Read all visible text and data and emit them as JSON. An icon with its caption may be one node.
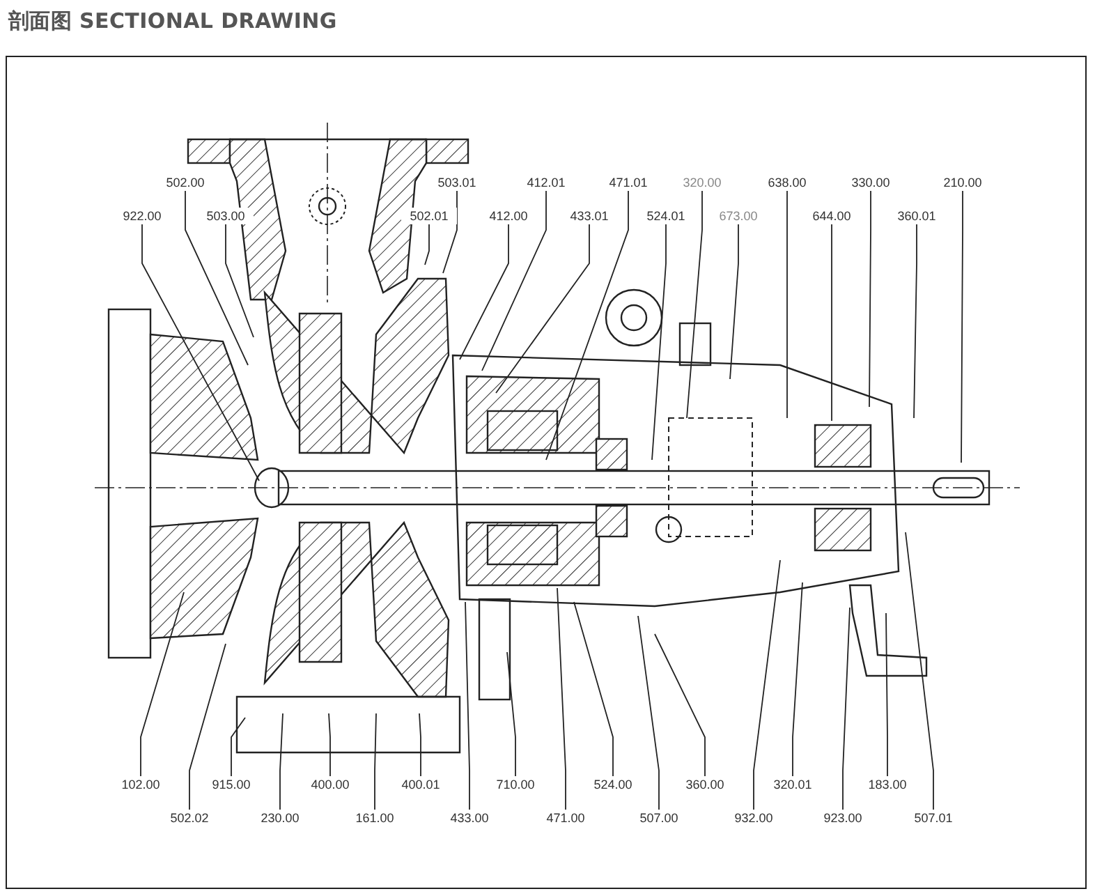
{
  "diagram": {
    "title": "剖面图 SECTIONAL DRAWING",
    "nodes": [
      {
        "text": [
          "502.00"
        ]
      },
      {
        "text": [
          "503.01"
        ]
      },
      {
        "text": [
          "412.01"
        ]
      },
      {
        "text": [
          "471.01"
        ]
      },
      {
        "text": [
          "320.00"
        ]
      },
      {
        "text": [
          "638.00"
        ]
      },
      {
        "text": [
          "330.00"
        ]
      },
      {
        "text": [
          "210.00"
        ]
      },
      {
        "text": [
          "922.00"
        ]
      },
      {
        "text": [
          "503.00"
        ]
      },
      {
        "text": [
          "502.01"
        ]
      },
      {
        "text": [
          "412.00"
        ]
      },
      {
        "text": [
          "433.01"
        ]
      },
      {
        "text": [
          "524.01"
        ]
      },
      {
        "text": [
          "673.00"
        ]
      },
      {
        "text": [
          "644.00"
        ]
      },
      {
        "text": [
          "360.01"
        ]
      },
      {
        "text": [
          "102.00"
        ]
      },
      {
        "text": [
          "915.00"
        ]
      },
      {
        "text": [
          "400.00"
        ]
      },
      {
        "text": [
          "400.01"
        ]
      },
      {
        "text": [
          "710.00"
        ]
      },
      {
        "text": [
          "524.00"
        ]
      },
      {
        "text": [
          "360.00"
        ]
      },
      {
        "text": [
          "320.01"
        ]
      },
      {
        "text": [
          "183.00"
        ]
      },
      {
        "text": [
          "502.02"
        ]
      },
      {
        "text": [
          "230.00"
        ]
      },
      {
        "text": [
          "161.00"
        ]
      },
      {
        "text": [
          "433.00"
        ]
      },
      {
        "text": [
          "471.00"
        ]
      },
      {
        "text": [
          "507.00"
        ]
      },
      {
        "text": [
          "932.00"
        ]
      },
      {
        "text": [
          "923.00"
        ]
      },
      {
        "text": [
          "507.01"
        ]
      }
    ],
    "edges": [
      {
        "from": 0,
        "to": null,
        "arrow": "none"
      },
      {
        "from": 1,
        "to": null,
        "arrow": "none"
      },
      {
        "from": 2,
        "to": null,
        "arrow": "none"
      },
      {
        "from": 3,
        "to": null,
        "arrow": "none"
      },
      {
        "from": 4,
        "to": null,
        "arrow": "none"
      },
      {
        "from": 5,
        "to": null,
        "arrow": "none"
      },
      {
        "from": 6,
        "to": null,
        "arrow": "none"
      },
      {
        "from": 7,
        "to": null,
        "arrow": "none"
      },
      {
        "from": 8,
        "to": null,
        "arrow": "none"
      },
      {
        "from": 9,
        "to": null,
        "arrow": "none"
      },
      {
        "from": 10,
        "to": null,
        "arrow": "none"
      },
      {
        "from": 11,
        "to": null,
        "arrow": "none"
      },
      {
        "from": 12,
        "to": null,
        "arrow": "none"
      },
      {
        "from": 13,
        "to": null,
        "arrow": "none"
      },
      {
        "from": 14,
        "to": null,
        "arrow": "none"
      },
      {
        "from": 15,
        "to": null,
        "arrow": "none"
      },
      {
        "from": 16,
        "to": null,
        "arrow": "none"
      },
      {
        "from": 17,
        "to": null,
        "arrow": "none"
      },
      {
        "from": 18,
        "to": null,
        "arrow": "none"
      },
      {
        "from": 19,
        "to": null,
        "arrow": "none"
      },
      {
        "from": 20,
        "to": null,
        "arrow": "none"
      },
      {
        "from": 21,
        "to": null,
        "arrow": "none"
      },
      {
        "from": 22,
        "to": null,
        "arrow": "none"
      },
      {
        "from": 23,
        "to": null,
        "arrow": "none"
      },
      {
        "from": 24,
        "to": null,
        "arrow": "none"
      },
      {
        "from": 25,
        "to": null,
        "arrow": "none"
      },
      {
        "from": 26,
        "to": null,
        "arrow": "none"
      },
      {
        "from": 27,
        "to": null,
        "arrow": "none"
      },
      {
        "from": 28,
        "to": null,
        "arrow": "none"
      },
      {
        "from": 29,
        "to": null,
        "arrow": "none"
      },
      {
        "from": 30,
        "to": null,
        "arrow": "none"
      },
      {
        "from": 31,
        "to": null,
        "arrow": "none"
      },
      {
        "from": 32,
        "to": null,
        "arrow": "none"
      },
      {
        "from": 33,
        "to": null,
        "arrow": "none"
      },
      {
        "from": 34,
        "to": null,
        "arrow": "none"
      }
    ]
  }
}
